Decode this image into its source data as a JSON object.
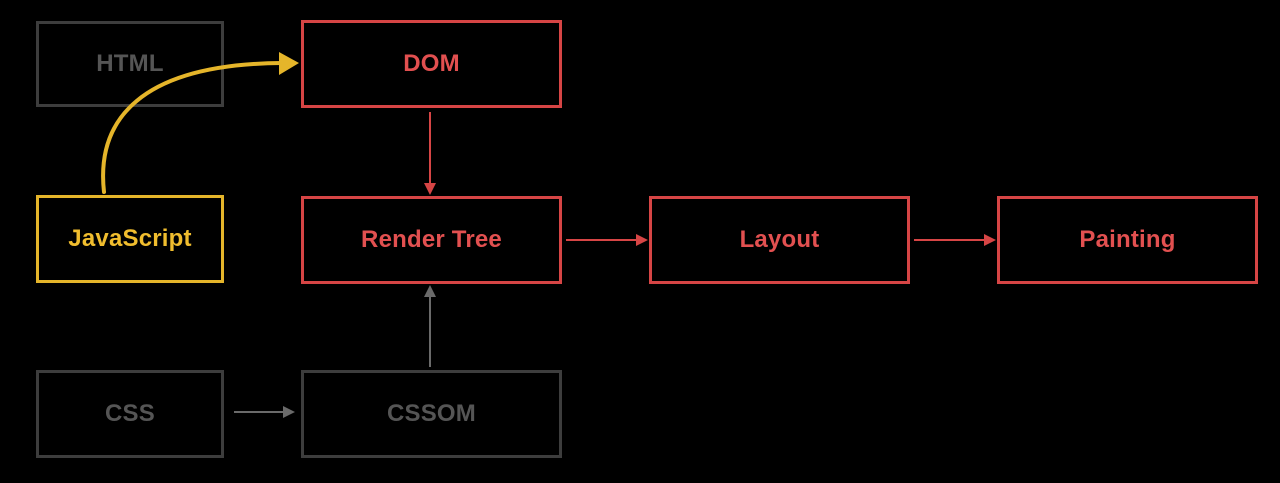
{
  "colors": {
    "background": "#000000",
    "inactive": "#3d3d3d",
    "inactive_text": "#555555",
    "active": "#d64545",
    "active_text": "#e25050",
    "script": "#e5b52a",
    "script_text": "#f0bd2e"
  },
  "nodes": {
    "html": "HTML",
    "dom": "DOM",
    "javascript": "JavaScript",
    "render_tree": "Render Tree",
    "layout": "Layout",
    "painting": "Painting",
    "css": "CSS",
    "cssom": "CSSOM"
  }
}
